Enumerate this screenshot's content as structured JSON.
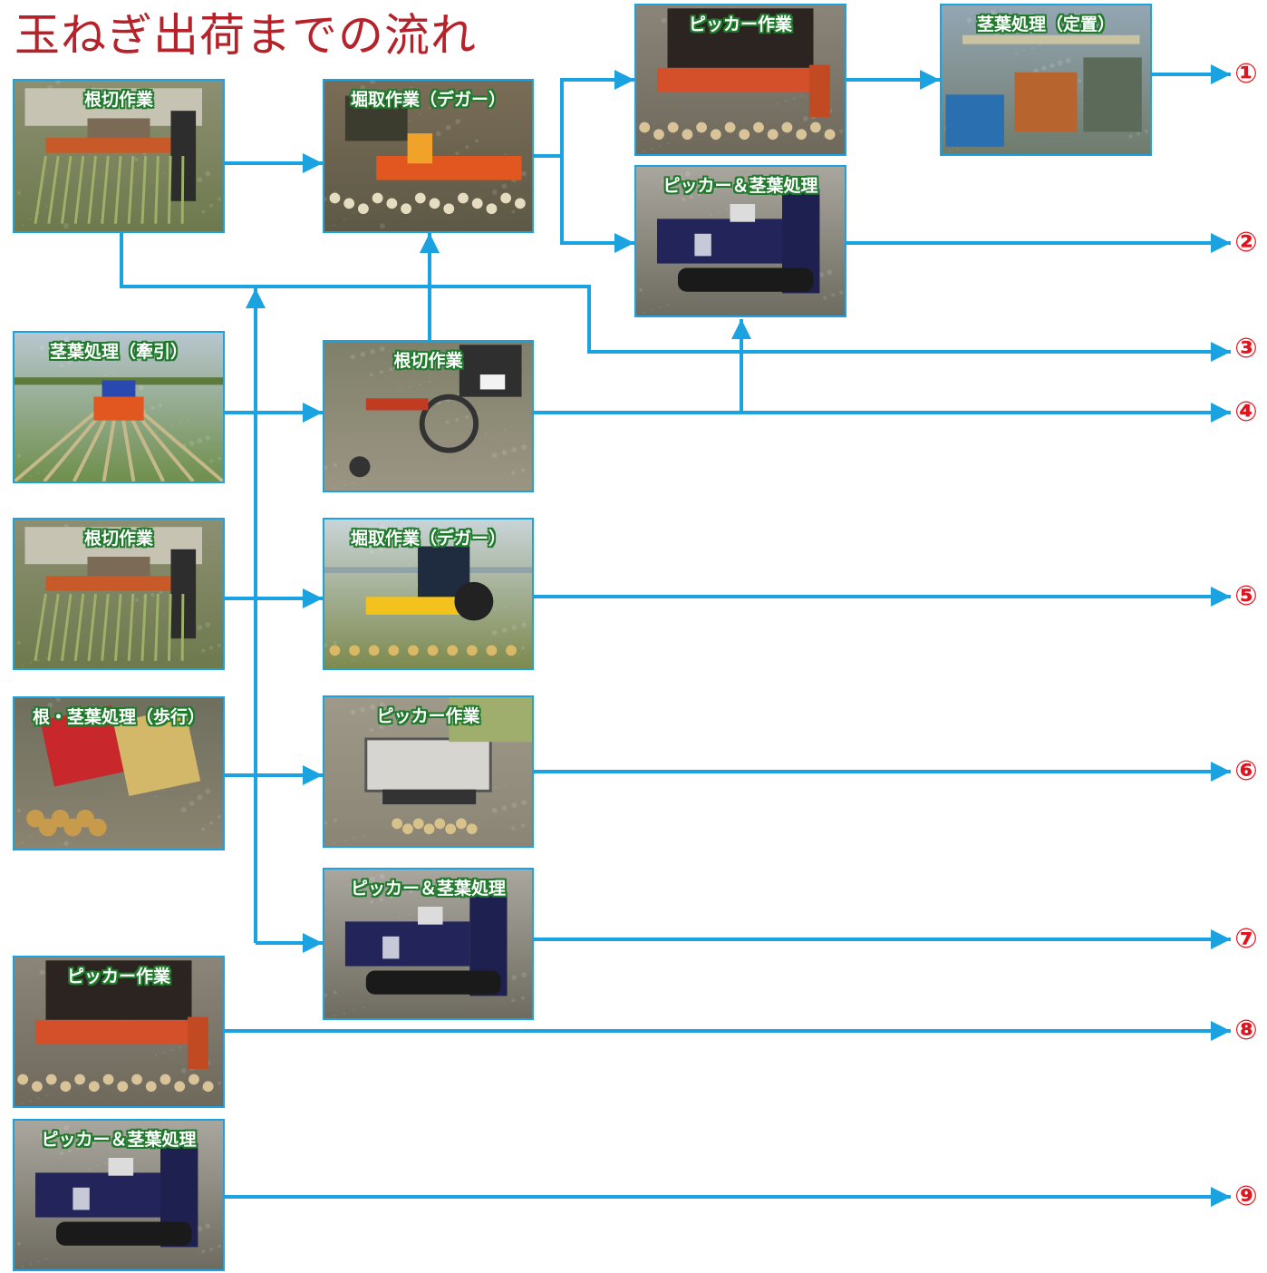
{
  "title": "玉ねぎ出荷までの流れ",
  "colors": {
    "arrow": "#1aa3e0",
    "label_outline": "#1f7a2c",
    "marker": "#e0141e",
    "title": "#b5222a"
  },
  "cards": [
    {
      "id": "root-cutting-1",
      "label": "根切作業",
      "scene": "orange-rig"
    },
    {
      "id": "digger-1",
      "label": "堀取作業（デガー）",
      "scene": "orange-digger"
    },
    {
      "id": "picker-top",
      "label": "ピッカー作業",
      "scene": "kubota-picker"
    },
    {
      "id": "stem-stationary",
      "label": "茎葉処理（定置）",
      "scene": "station"
    },
    {
      "id": "picker-stem-top",
      "label": "ピッカー＆茎葉処理",
      "scene": "blue-crawler"
    },
    {
      "id": "stem-towed",
      "label": "茎葉処理（牽引）",
      "scene": "tractor-field"
    },
    {
      "id": "root-cutting-2",
      "label": "根切作業",
      "scene": "root-wheel"
    },
    {
      "id": "root-cutting-3",
      "label": "根切作業",
      "scene": "orange-rig"
    },
    {
      "id": "digger-2",
      "label": "堀取作業（デガー）",
      "scene": "yellow-digger"
    },
    {
      "id": "root-stem-walk",
      "label": "根・茎葉処理（歩行）",
      "scene": "walk-machine"
    },
    {
      "id": "picker-mid",
      "label": "ピッカー作業",
      "scene": "grey-picker"
    },
    {
      "id": "picker-stem-mid",
      "label": "ピッカー＆茎葉処理",
      "scene": "blue-crawler"
    },
    {
      "id": "picker-bottom",
      "label": "ピッカー作業",
      "scene": "kubota-picker"
    },
    {
      "id": "picker-stem-bottom",
      "label": "ピッカー＆茎葉処理",
      "scene": "blue-crawler"
    }
  ],
  "routes": [
    {
      "number": "1",
      "marker": "①"
    },
    {
      "number": "2",
      "marker": "②"
    },
    {
      "number": "3",
      "marker": "③"
    },
    {
      "number": "4",
      "marker": "④"
    },
    {
      "number": "5",
      "marker": "⑤"
    },
    {
      "number": "6",
      "marker": "⑥"
    },
    {
      "number": "7",
      "marker": "⑦"
    },
    {
      "number": "8",
      "marker": "⑧"
    },
    {
      "number": "9",
      "marker": "⑨"
    }
  ]
}
